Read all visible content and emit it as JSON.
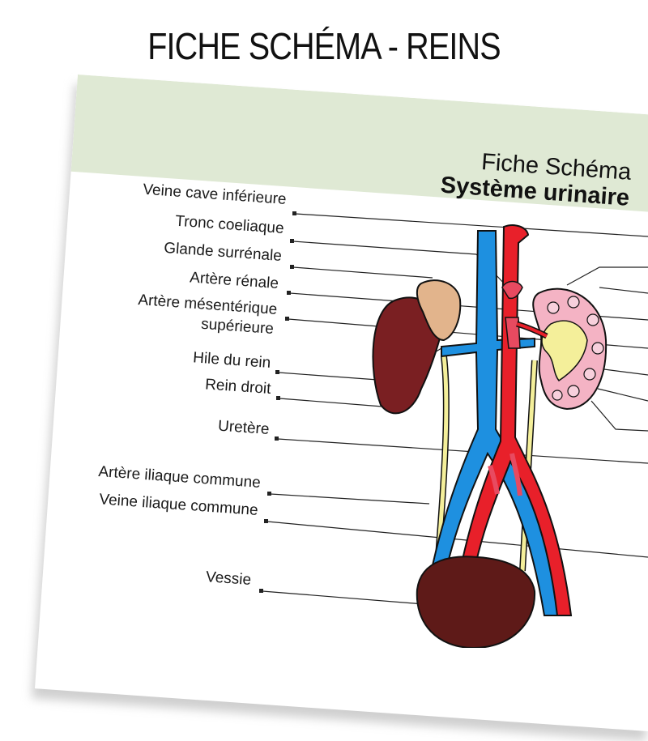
{
  "page_heading": "FICHE SCHÉMA - REINS",
  "sheet": {
    "title_line1": "Fiche Schéma",
    "title_line2": "Système urinaire"
  },
  "labels": [
    {
      "id": "veine-cave",
      "text": "Veine cave inférieure"
    },
    {
      "id": "tronc-coeliaque",
      "text": "Tronc coeliaque"
    },
    {
      "id": "glande-surrenale",
      "text": "Glande surrénale"
    },
    {
      "id": "artere-renale",
      "text": "Artère rénale"
    },
    {
      "id": "artere-mes-1",
      "text": "Artère mésentérique"
    },
    {
      "id": "artere-mes-2",
      "text": "supérieure"
    },
    {
      "id": "hile",
      "text": "Hile du rein"
    },
    {
      "id": "rein-droit",
      "text": "Rein droit"
    },
    {
      "id": "uretere",
      "text": "Uretère"
    },
    {
      "id": "artere-iliaque",
      "text": "Artère iliaque commune"
    },
    {
      "id": "veine-iliaque",
      "text": "Veine iliaque commune"
    },
    {
      "id": "vessie",
      "text": "Vessie"
    }
  ],
  "colors": {
    "vein": "#1e90e0",
    "artery": "#e8202a",
    "kidney_dark": "#7a1f22",
    "kidney_pink": "#f4b3c4",
    "adrenal": "#e2b48c",
    "ureter": "#f4ef9a",
    "bladder": "#5e1a18",
    "header_band": "#dfe9d4"
  }
}
